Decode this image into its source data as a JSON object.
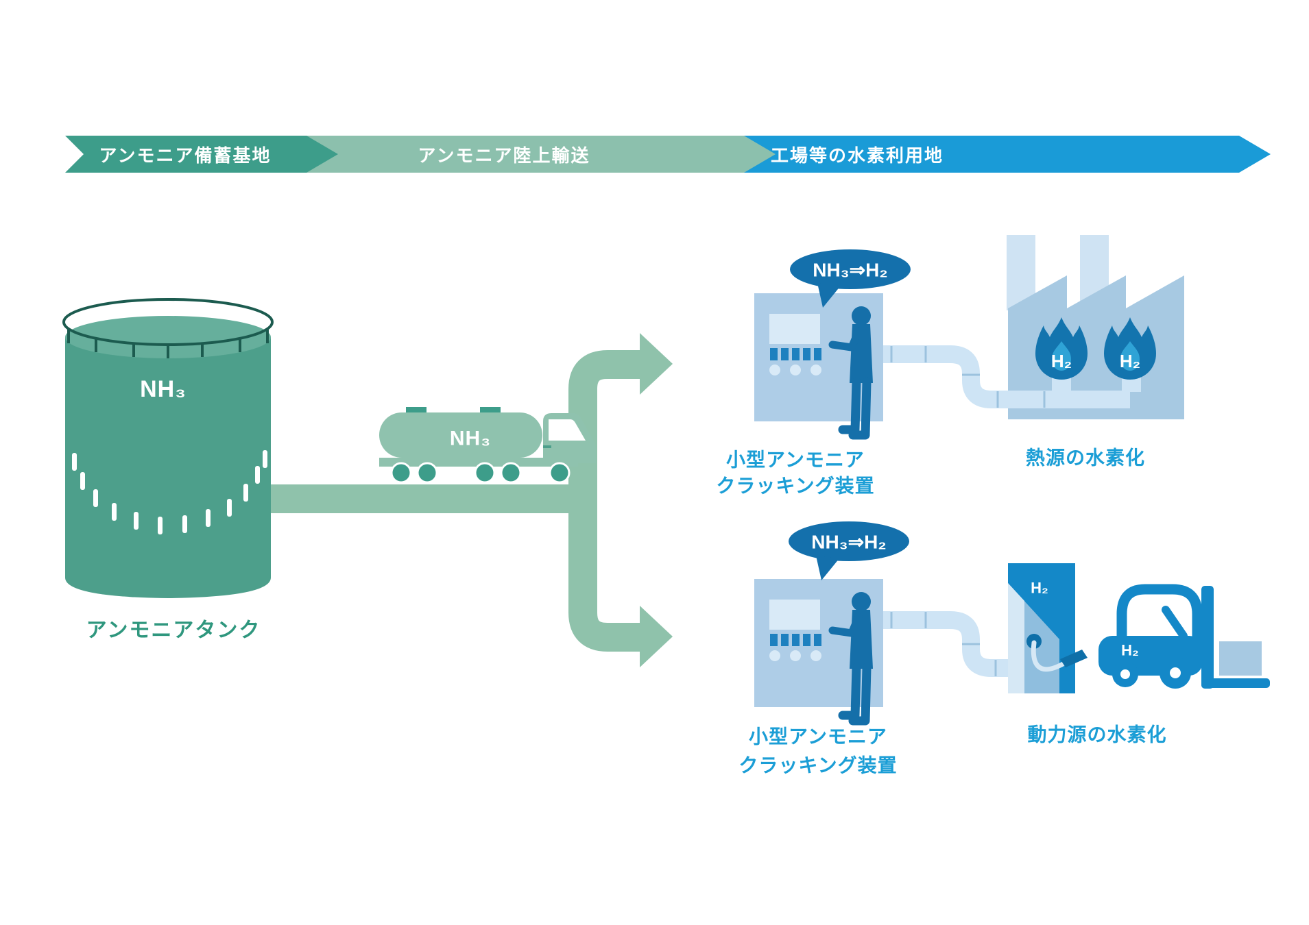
{
  "banners": [
    {
      "label": "アンモニア備蓄基地",
      "color": "#3D9D8A"
    },
    {
      "label": "アンモニア陸上輸送",
      "color": "#8CC0AD"
    },
    {
      "label": "工場等の水素利用地",
      "color": "#1A9BD7"
    }
  ],
  "tank": {
    "label": "NH₃",
    "caption": "アンモニアタンク"
  },
  "truck": {
    "label": "NH₃"
  },
  "unit_top": {
    "bubble": "NH₃⇒H₂",
    "caption_line1": "小型アンモニア",
    "caption_line2": "クラッキング装置"
  },
  "unit_bottom": {
    "bubble": "NH₃⇒H₂",
    "caption_line1": "小型アンモニア",
    "caption_line2": "クラッキング装置"
  },
  "heat": {
    "flame_labels": [
      "H₂",
      "H₂"
    ],
    "caption": "熱源の水素化"
  },
  "power": {
    "dispenser_label": "H₂",
    "forklift_label": "H₂",
    "caption": "動力源の水素化"
  },
  "colors": {
    "banner_teal": "#3D9D8A",
    "banner_pale_green": "#8CC0AD",
    "banner_blue": "#1A9BD7",
    "tank_body": "#4D9F8B",
    "tank_top": "#66AF9C",
    "flow_green": "#8FC2AB",
    "truck_green": "#8FC2AE",
    "wheel_green": "#3D9D8A",
    "panel_blue": "#AECDE7",
    "screen_blue": "#D9EAF7",
    "button_blue": "#1D80BF",
    "person_blue": "#156FA9",
    "bubble_blue": "#1470AC",
    "pipe_blue": "#CEE4F5",
    "factory_blue": "#A7C9E2",
    "chimney_blue": "#CFE3F3",
    "flame_outer": "#1374AE",
    "flame_inner": "#2FA3D6",
    "device_blue": "#1488C8",
    "caption_blue": "#1B9ED6",
    "caption_green": "#2F977E"
  }
}
